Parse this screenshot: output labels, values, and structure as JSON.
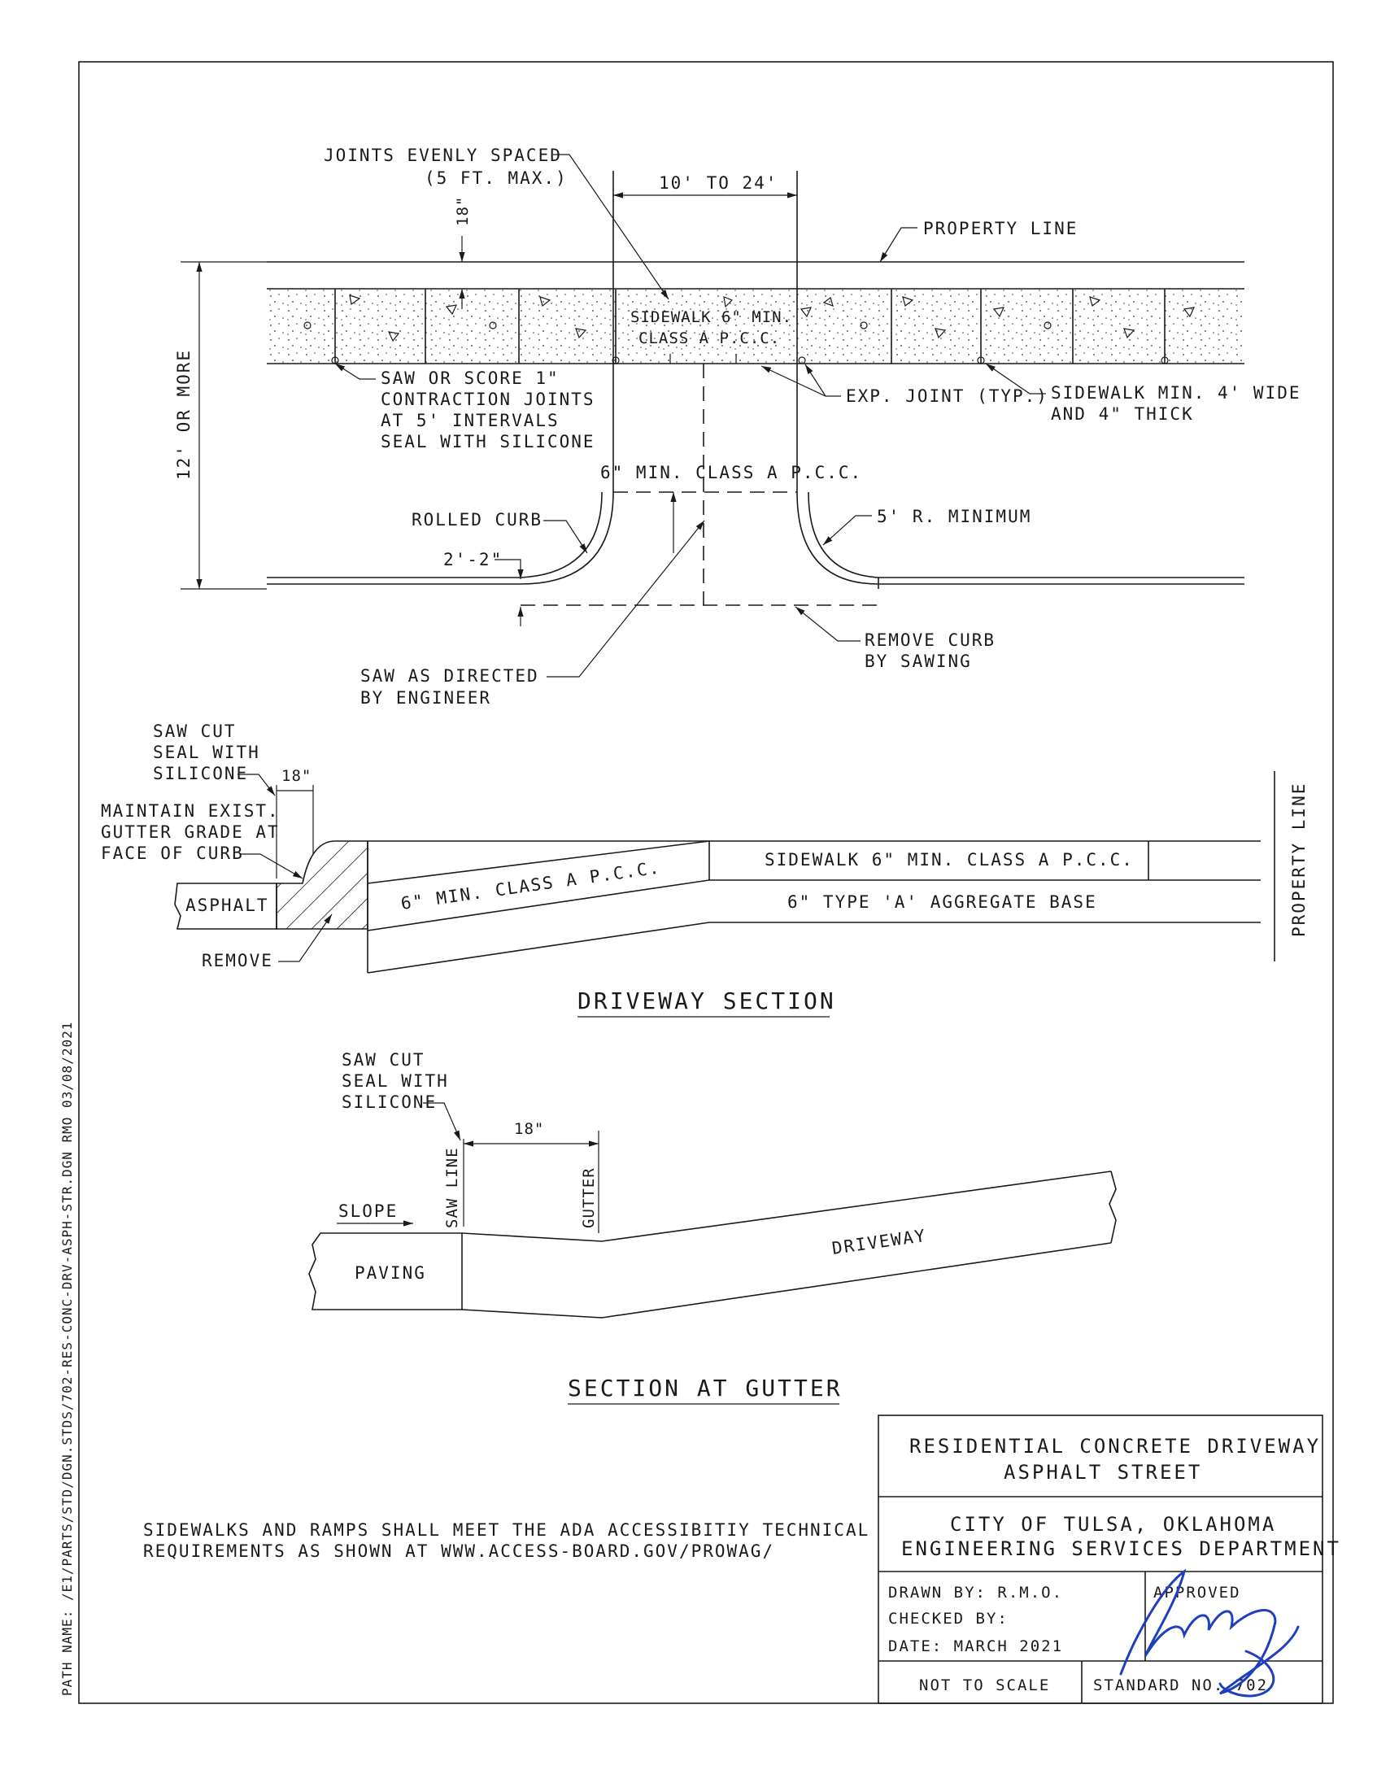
{
  "plan": {
    "joints_label_1": "JOINTS EVENLY SPACED",
    "joints_label_2": "(5 FT. MAX.)",
    "width_label": "10' TO 24'",
    "setback_label": "18\"",
    "property_line": "PROPERTY LINE",
    "depth_label": "12' OR MORE",
    "sidewalk_label_1": "SIDEWALK 6\" MIN.",
    "sidewalk_label_2": "CLASS A P.C.C.",
    "saw_score_1": "SAW OR SCORE 1\"",
    "saw_score_2": "CONTRACTION JOINTS",
    "saw_score_3": "AT 5' INTERVALS",
    "saw_score_4": "SEAL WITH SILICONE",
    "exp_joint": "EXP. JOINT (TYP.)",
    "sidewalk_min_1": "SIDEWALK MIN. 4' WIDE",
    "sidewalk_min_2": "AND 4\" THICK",
    "driveway_pcc": "6\" MIN. CLASS A P.C.C.",
    "rolled_curb": "ROLLED CURB",
    "radius": "5' R. MINIMUM",
    "curb_dim": "2'-2\"",
    "remove_curb_1": "REMOVE CURB",
    "remove_curb_2": "BY SAWING",
    "saw_directed_1": "SAW AS DIRECTED",
    "saw_directed_2": "BY ENGINEER"
  },
  "driveway_section": {
    "saw_cut_1": "SAW CUT",
    "saw_cut_2": "SEAL WITH",
    "saw_cut_3": "SILICONE",
    "dim_18": "18\"",
    "maintain_1": "MAINTAIN EXIST.",
    "maintain_2": "GUTTER GRADE AT",
    "maintain_3": "FACE OF CURB",
    "asphalt": "ASPHALT",
    "remove": "REMOVE",
    "driveway_pcc": "6\" MIN. CLASS A P.C.C.",
    "sidewalk_pcc": "SIDEWALK 6\" MIN. CLASS A P.C.C.",
    "aggregate": "6\" TYPE 'A' AGGREGATE BASE",
    "property_line": "PROPERTY LINE",
    "title": "DRIVEWAY SECTION"
  },
  "gutter_section": {
    "saw_cut_1": "SAW CUT",
    "saw_cut_2": "SEAL WITH",
    "saw_cut_3": "SILICONE",
    "dim_18": "18\"",
    "saw_line": "SAW LINE",
    "gutter": "GUTTER",
    "slope": "SLOPE",
    "paving": "PAVING",
    "driveway": "DRIVEWAY",
    "title": "SECTION AT GUTTER"
  },
  "note": {
    "line1": "SIDEWALKS AND RAMPS SHALL MEET THE ADA ACCESSIBITIY TECHNICAL",
    "line2": "REQUIREMENTS AS SHOWN AT WWW.ACCESS-BOARD.GOV/PROWAG/"
  },
  "title_block": {
    "title_1": "RESIDENTIAL CONCRETE DRIVEWAY",
    "title_2": "ASPHALT STREET",
    "org_1": "CITY OF TULSA, OKLAHOMA",
    "org_2": "ENGINEERING SERVICES DEPARTMENT",
    "drawn_by": "DRAWN BY: R.M.O.",
    "checked_by": "CHECKED BY:",
    "date": "DATE: MARCH 2021",
    "approved": "APPROVED",
    "scale": "NOT TO SCALE",
    "standard": "STANDARD NO. 702"
  },
  "side_path": "PATH NAME: /E1/PARTS/STD/DGN.STDS/702-RES-CONC-DRV-ASPH-STR.DGN    RMO    03/08/2021",
  "signature_color": "#1f3fbf"
}
